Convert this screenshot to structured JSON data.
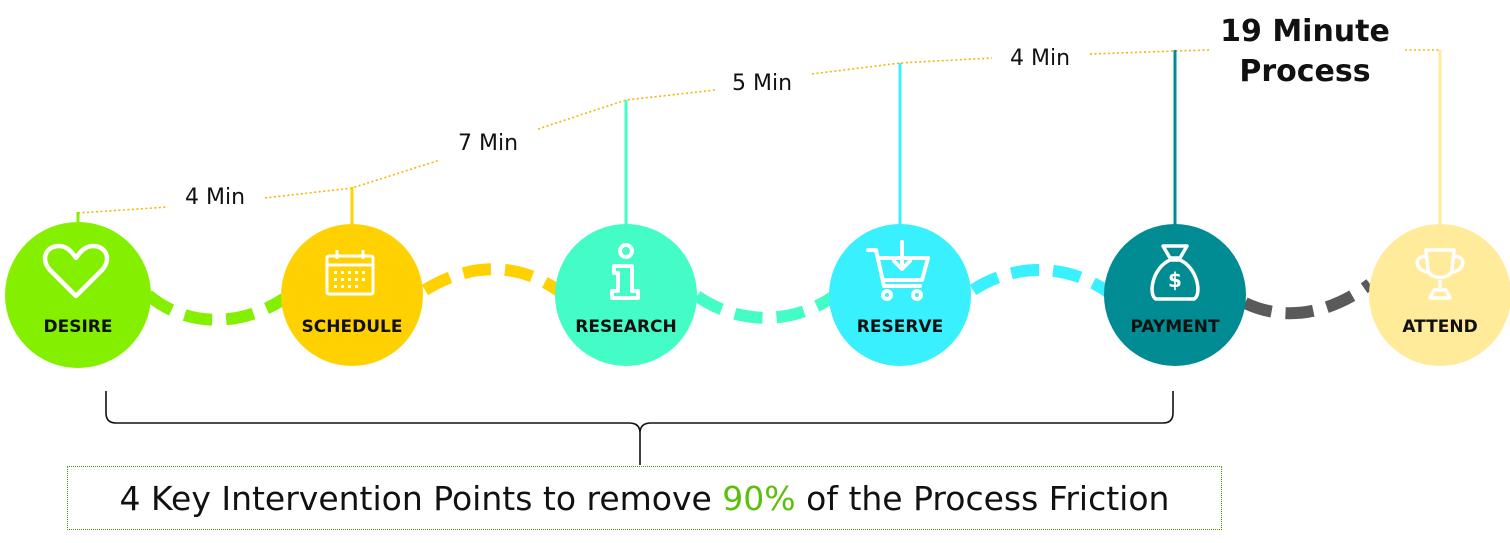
{
  "steps": [
    {
      "label": "DESIRE",
      "icon": "heart-icon",
      "color": "#84f000"
    },
    {
      "label": "SCHEDULE",
      "icon": "calendar-icon",
      "color": "#ffd100"
    },
    {
      "label": "RESEARCH",
      "icon": "info-icon",
      "color": "#44fcc6"
    },
    {
      "label": "RESERVE",
      "icon": "cart-icon",
      "color": "#38f0fe"
    },
    {
      "label": "PAYMENT",
      "icon": "money-bag-icon",
      "color": "#008c92"
    },
    {
      "label": "ATTEND",
      "icon": "trophy-icon",
      "color": "#ffeb99"
    }
  ],
  "connector_colors": [
    "#84f000",
    "#ffd100",
    "#44fcc6",
    "#38f0fe",
    "#5a5a5a"
  ],
  "durations": [
    "4 Min",
    "7 Min",
    "5 Min",
    "4 Min"
  ],
  "total": {
    "line1": "19 Minute",
    "line2": "Process"
  },
  "timeline_color": "#f2b705",
  "callout": {
    "before": "4 Key Intervention Points to remove ",
    "highlight": "90%",
    "after": " of the Process Friction",
    "highlight_color": "#5cbf0a",
    "border_color": "#4a9a10"
  }
}
